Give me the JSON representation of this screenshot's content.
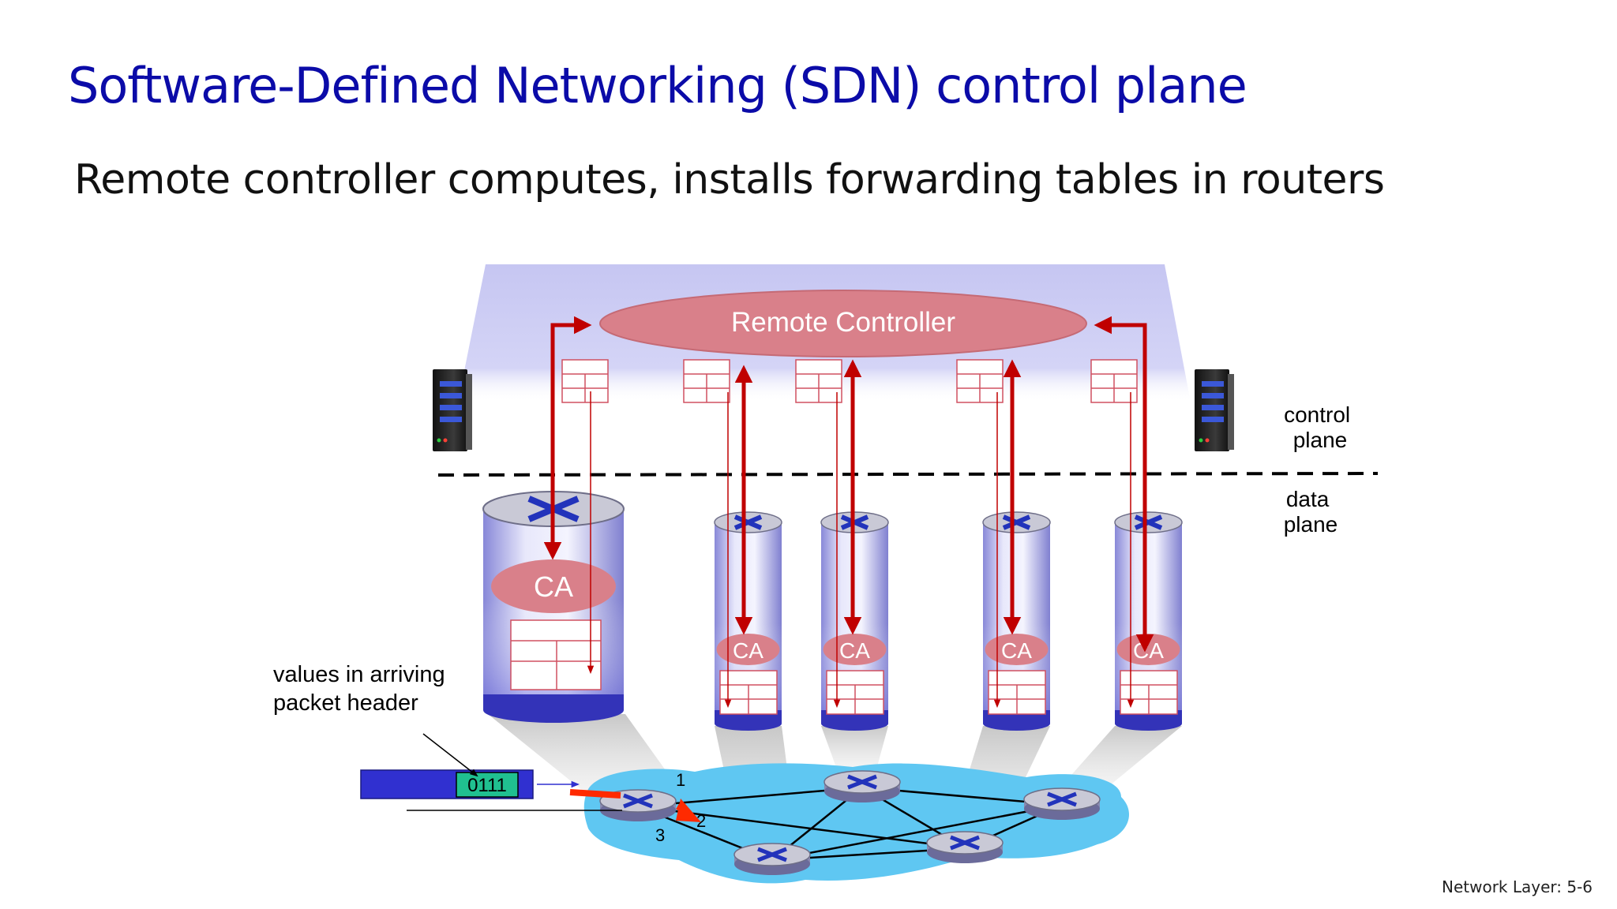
{
  "title": "Software-Defined Networking (SDN) control plane",
  "subtitle": "Remote controller computes, installs forwarding tables in routers",
  "diagram": {
    "controller_label": "Remote Controller",
    "control_plane_label": [
      "control",
      "plane"
    ],
    "data_plane_label": [
      "data",
      "plane"
    ],
    "agent_label": "CA",
    "packet_header_label": [
      "values in arriving",
      "packet header"
    ],
    "packet_value": "0111",
    "port_labels": [
      "1",
      "2",
      "3"
    ]
  },
  "footer": "Network Layer: 5-6",
  "colors": {
    "title": "#0b0ba8",
    "arrow": "#c00000",
    "controller_fill": "#d9808a",
    "control_band": "#c8c8f4",
    "network_cloud": "#5fc7f2",
    "packet_header": "#3030d0",
    "packet_value_box": "#20c090"
  }
}
